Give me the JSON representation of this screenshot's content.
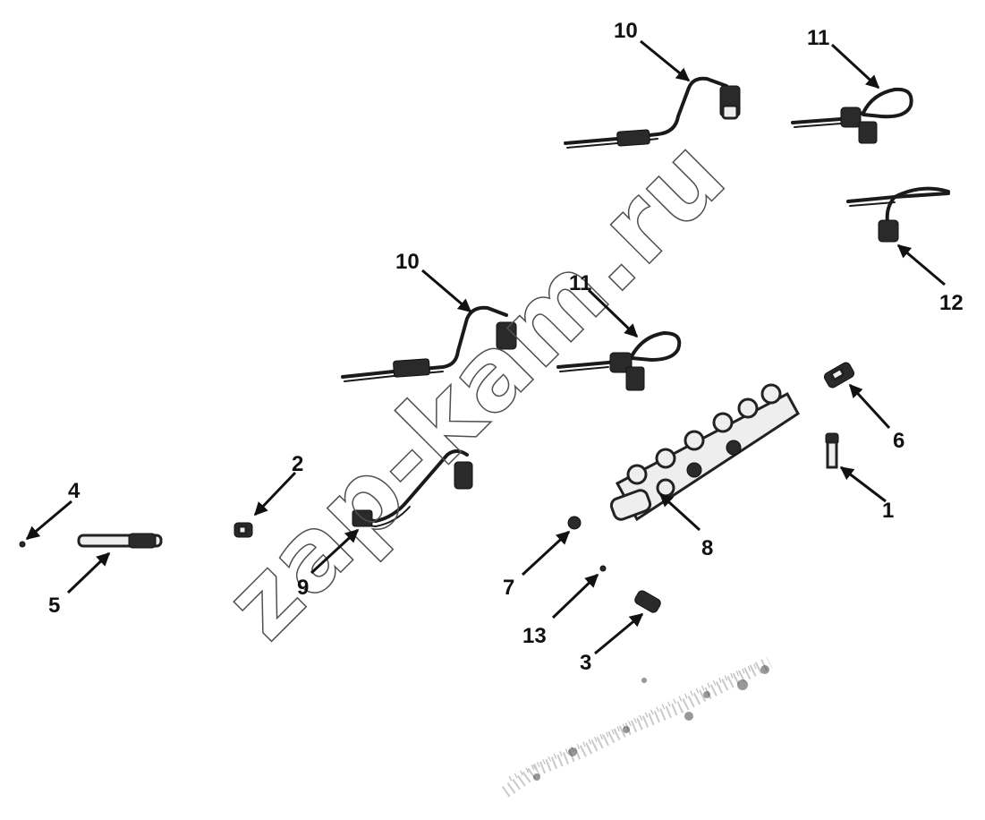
{
  "watermark": "zap-kam.ru",
  "callouts": [
    {
      "label": "1"
    },
    {
      "label": "2"
    },
    {
      "label": "3"
    },
    {
      "label": "4"
    },
    {
      "label": "5"
    },
    {
      "label": "6"
    },
    {
      "label": "7"
    },
    {
      "label": "8"
    },
    {
      "label": "9"
    },
    {
      "label": "10"
    },
    {
      "label": "10"
    },
    {
      "label": "11"
    },
    {
      "label": "11"
    },
    {
      "label": "12"
    },
    {
      "label": "13"
    }
  ],
  "colors": {
    "ink": "#111111",
    "background": "#ffffff",
    "watermark": "#505050"
  }
}
